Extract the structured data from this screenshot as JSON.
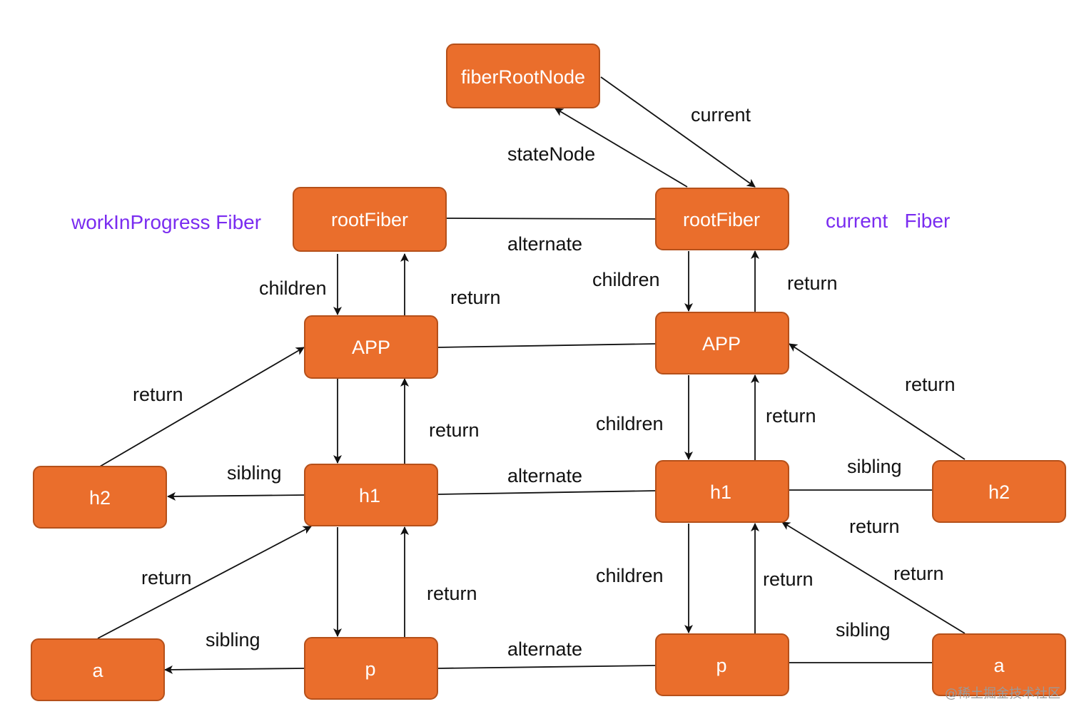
{
  "titles": {
    "left": "workInProgress Fiber",
    "right": "current   Fiber"
  },
  "nodes": {
    "fiberRootNode": "fiberRootNode",
    "rootFiber_left": "rootFiber",
    "rootFiber_right": "rootFiber",
    "app_left": "APP",
    "app_right": "APP",
    "h1_left": "h1",
    "h1_right": "h1",
    "h2_left": "h2",
    "h2_right": "h2",
    "p_left": "p",
    "p_right": "p",
    "a_left": "a",
    "a_right": "a"
  },
  "edge_labels": {
    "current": "current",
    "stateNode": "stateNode",
    "alternate_root": "alternate",
    "alternate_h1": "alternate",
    "alternate_p": "alternate",
    "children_root_left": "children",
    "return_root_left": "return",
    "children_root_right": "children",
    "return_root_right": "return",
    "return_h2_left": "return",
    "return_app_h1_left": "return",
    "sibling_h1_left": "sibling",
    "return_a_left": "return",
    "return_h1_p_left": "return",
    "sibling_p_left": "sibling",
    "children_app_right": "children",
    "return_app_h1_right": "return",
    "return_h2_right": "return",
    "sibling_h1_right": "sibling",
    "return_h2_h1_right": "return",
    "children_h1_right": "children",
    "return_h1_p_right": "return",
    "return_a_right": "return",
    "sibling_p_right": "sibling"
  },
  "watermark": "@稀土掘金技术社区",
  "colors": {
    "node_fill": "#EA6E2C",
    "node_stroke": "#B5501A",
    "title": "#7A2CF0",
    "edge": "#111111"
  }
}
